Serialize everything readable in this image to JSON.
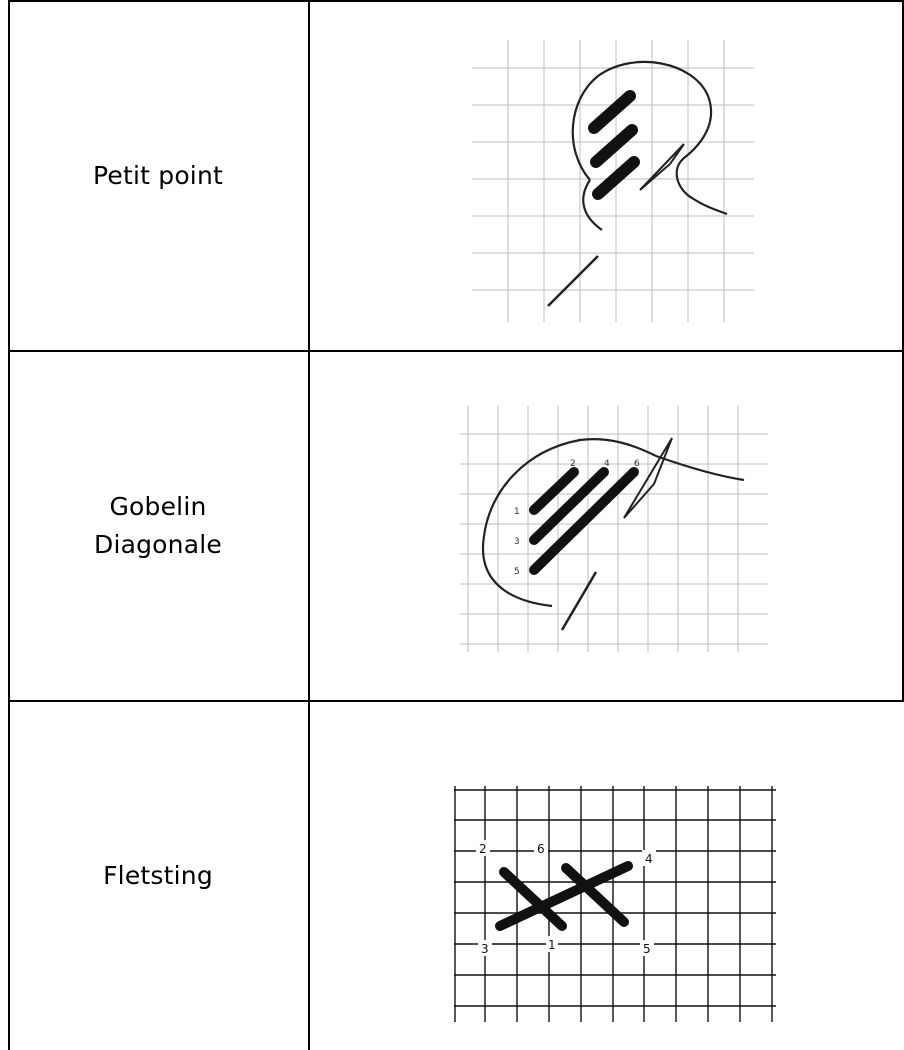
{
  "rows": [
    {
      "name_lines": [
        "Petit point"
      ]
    },
    {
      "name_lines": [
        "Gobelin",
        "Diagonale"
      ],
      "hole_labels": [
        "1",
        "2",
        "3",
        "4",
        "5",
        "6"
      ]
    },
    {
      "name_lines": [
        "Fletsting"
      ],
      "hole_labels": [
        "2",
        "6",
        "4",
        "3",
        "1",
        "5"
      ]
    }
  ]
}
